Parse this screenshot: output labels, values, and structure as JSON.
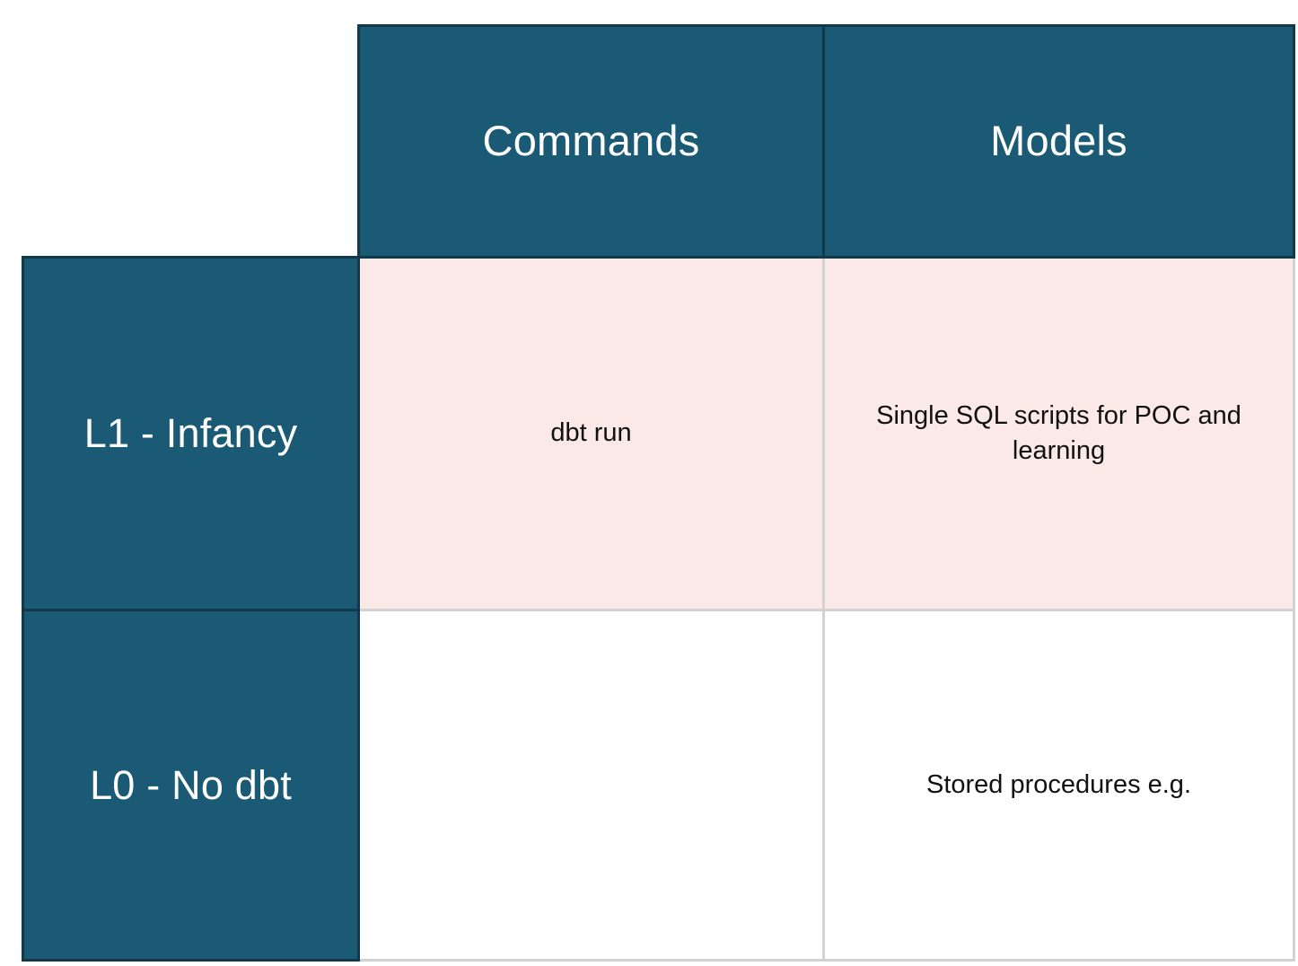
{
  "matrix": {
    "corner_label": "",
    "column_headers": [
      {
        "id": "commands",
        "label": "Commands"
      },
      {
        "id": "models",
        "label": "Models"
      }
    ],
    "rows": [
      {
        "id": "l1-infancy",
        "header": "L1 - Infancy",
        "tinted": true,
        "cells": [
          {
            "id": "l1-commands",
            "text": "dbt run"
          },
          {
            "id": "l1-models",
            "text": "Single SQL scripts for POC and learning"
          }
        ]
      },
      {
        "id": "l0-no-dbt",
        "header": "L0 - No dbt",
        "tinted": false,
        "cells": [
          {
            "id": "l0-commands",
            "text": ""
          },
          {
            "id": "l0-models",
            "text": "Stored procedures e.g."
          }
        ]
      }
    ]
  },
  "colors": {
    "header_fill": "#1b5a74",
    "header_border": "#12394a",
    "header_text": "#ffffff",
    "tinted_cell_fill": "#fbe9e7",
    "cell_fill": "#ffffff",
    "cell_border": "#d2d2d2",
    "cell_text": "#111111",
    "page_background": "#ffffff"
  }
}
